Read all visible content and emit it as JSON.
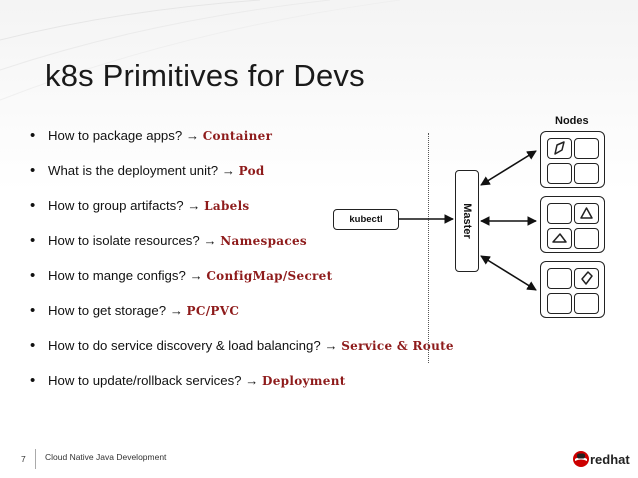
{
  "slide": {
    "title": "k8s Primitives for Devs",
    "bullets": [
      {
        "question": "How to package apps? → ",
        "answer": "Container"
      },
      {
        "question": "What is the deployment unit? → ",
        "answer": "Pod"
      },
      {
        "question": "How to group artifacts? → ",
        "answer": "Labels"
      },
      {
        "question": "How to isolate resources? → ",
        "answer": "Namespaces"
      },
      {
        "question": "How to mange configs? → ",
        "answer": "ConfigMap/Secret"
      },
      {
        "question": "How to get storage? → ",
        "answer": "PC/PVC"
      },
      {
        "question": "How to do service discovery & load balancing? → ",
        "answer": "Service & Route"
      },
      {
        "question": "How to update/rollback services? → ",
        "answer": "Deployment"
      }
    ]
  },
  "diagram": {
    "kubectl_label": "kubectl",
    "master_label": "Master",
    "nodes_label": "Nodes",
    "node_cells": [
      [
        "pen-icon",
        "",
        "",
        ""
      ],
      [
        "",
        "triangle-icon",
        "triangle-icon",
        ""
      ],
      [
        "",
        "diamond-icon",
        "",
        ""
      ]
    ]
  },
  "footer": {
    "page_number": "7",
    "text": "Cloud Native Java Development",
    "logo_text": "redhat"
  },
  "colors": {
    "answer": "#8e1b1b",
    "logo_red": "#cc0000"
  }
}
